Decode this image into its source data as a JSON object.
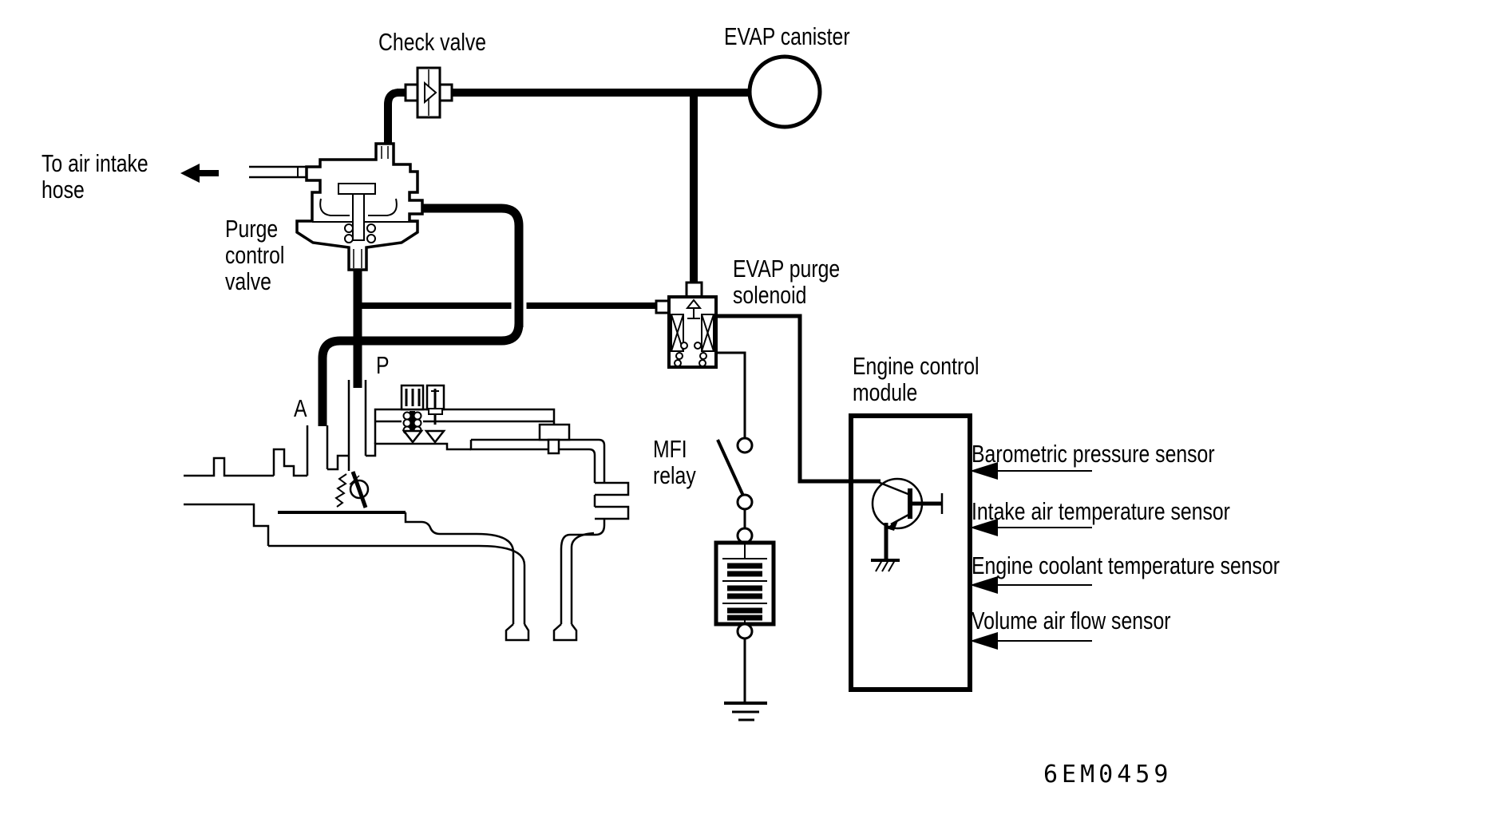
{
  "figure": {
    "type": "vacuum-and-electrical-system-diagram",
    "subject": "EVAP purge control system"
  },
  "colors": {
    "ink": "#000000",
    "background": "#ffffff"
  },
  "labels": {
    "check_valve": "Check valve",
    "evap_canister": "EVAP canister",
    "to_air_intake_hose": "To air intake\nhose",
    "purge_control_valve": "Purge\ncontrol\nvalve",
    "evap_purge_solenoid": "EVAP purge\nsolenoid",
    "mfi_relay": "MFI\nrelay",
    "engine_control_module": "Engine control\nmodule",
    "port_a": "A",
    "port_p": "P",
    "part_number": "6EM0459"
  },
  "ecm_inputs": [
    "Barometric pressure sensor",
    "Intake air temperature sensor",
    "Engine coolant temperature sensor",
    "Volume air flow sensor"
  ]
}
